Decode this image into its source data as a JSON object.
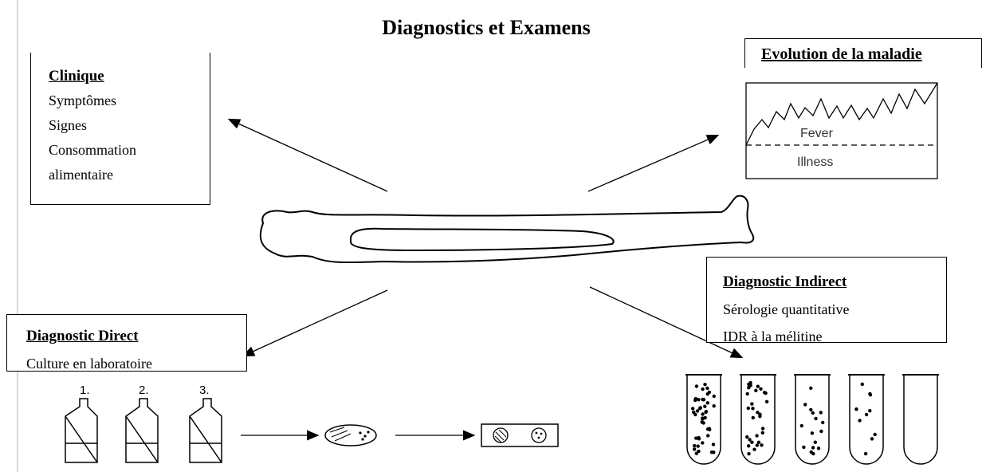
{
  "title": "Diagnostics et Examens",
  "clinique": {
    "heading": "Clinique",
    "items": [
      "Symptômes",
      "Signes",
      "Consommation",
      "alimentaire"
    ]
  },
  "evolution": {
    "heading": "Evolution de la maladie",
    "fever_label": "Fever",
    "illness_label": "Illness"
  },
  "indirect": {
    "heading": "Diagnostic Indirect",
    "items": [
      "Sérologie quantitative",
      "IDR à la mélitine"
    ]
  },
  "direct": {
    "heading": "Diagnostic Direct",
    "items": [
      "Culture en laboratoire"
    ]
  },
  "culture_steps": [
    "1.",
    "2.",
    "3."
  ]
}
